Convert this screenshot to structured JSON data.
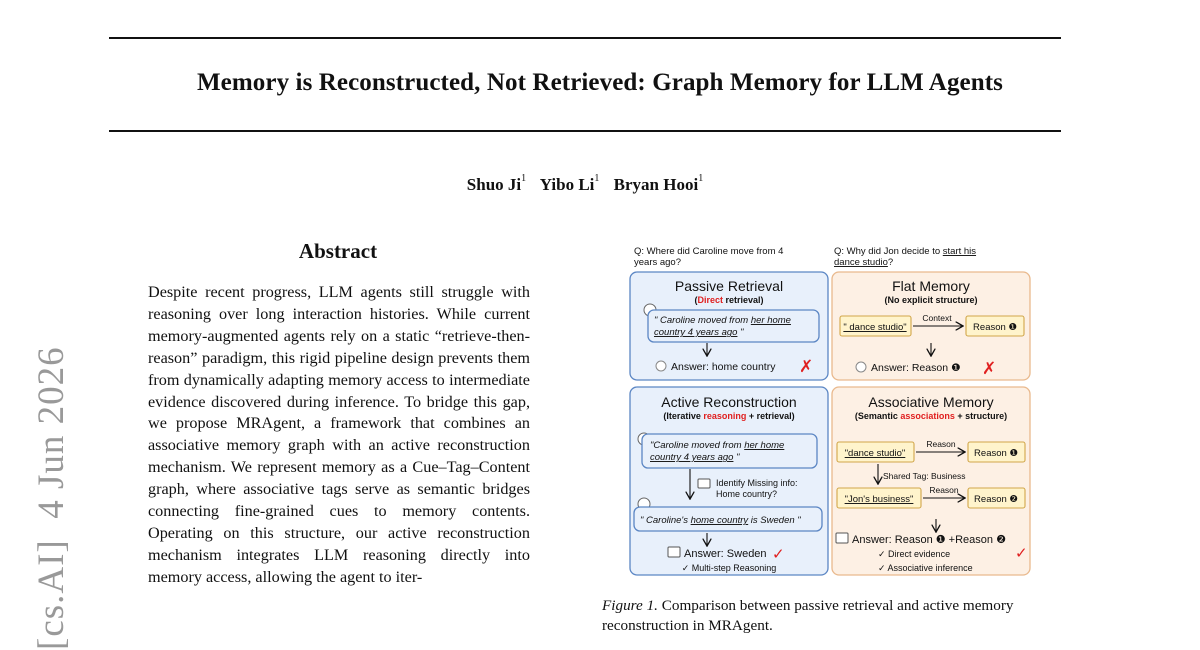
{
  "paper": {
    "title": "Memory is Reconstructed, Not Retrieved: Graph Memory for LLM Agents",
    "authors": [
      {
        "name": "Shuo Ji",
        "affil": "1"
      },
      {
        "name": "Yibo Li",
        "affil": "1"
      },
      {
        "name": "Bryan Hooi",
        "affil": "1"
      }
    ],
    "arxiv_stamp": "[cs.AI]  4 Jun 2026",
    "abstract_heading": "Abstract",
    "abstract_text": "Despite recent progress, LLM agents still struggle with reasoning over long interaction histories. While current memory-augmented agents rely on a static “retrieve-then-reason” paradigm, this rigid pipeline design prevents them from dynamically adapting memory access to intermediate evidence discovered during inference. To bridge this gap, we propose MRAgent, a framework that combines an associative memory graph with an active reconstruction mechanism. We represent memory as a Cue–Tag–Content graph, where associative tags serve as semantic bridges connecting fine-grained cues to memory contents. Operating on this structure, our active reconstruction mechanism integrates LLM reasoning directly into memory access, allowing the agent to iter-"
  },
  "figure": {
    "q_left": [
      "Q: Where did Caroline move from 4",
      "years ago?"
    ],
    "q_right_prefix": "Q: Why did Jon decide to ",
    "q_right_underlined": "start his",
    "q_right_line2": "dance studio",
    "q_right_line2_suffix": "?",
    "panels": {
      "passive": {
        "title": "Passive Retrieval",
        "sub_red": "Direct",
        "sub_rest": " retrieval)",
        "sub_open": "(",
        "bubble_l1_a": "\" Caroline moved from ",
        "bubble_l1_u": "her home",
        "bubble_l2_u": "country 4 years ago",
        "bubble_l2_b": " \"",
        "answer": "Answer: home country",
        "mark": "✗"
      },
      "flat": {
        "title": "Flat Memory",
        "sub": "(No explicit structure)",
        "cue": "\" dance studio\"",
        "edge": "Context",
        "reason": "Reason ❶",
        "answer": "Answer: Reason ❶",
        "mark": "✗"
      },
      "active": {
        "title": "Active Reconstruction",
        "sub_open": "(Iterative ",
        "sub_red": "reasoning",
        "sub_rest": " + retrieval)",
        "b1_l1_a": "\"Caroline moved from ",
        "b1_l1_u": "her home",
        "b1_l2_u": "country 4 years ago",
        "b1_l2_b": " \"",
        "missing_l1": "Identify Missing info:",
        "missing_l2": "Home country?",
        "b2_a": "\" Caroline's ",
        "b2_u": "home country",
        "b2_b": " is Sweden \"",
        "answer": "Answer: Sweden",
        "mark": "✓",
        "footnote": "✓ Multi-step Reasoning"
      },
      "associative": {
        "title": "Associative Memory",
        "sub_open": "(Semantic ",
        "sub_red": "associations",
        "sub_rest": " + structure)",
        "cue1": "\"dance studio\"",
        "edge1": "Reason",
        "reason1": "Reason ❶",
        "tag": "Shared Tag: Business",
        "cue2": "\"Jon's business\"",
        "edge2": "Reason",
        "reason2": "Reason ❷",
        "answer": "Answer: Reason ❶ +Reason ❷",
        "check1": "✓ Direct evidence",
        "check2": "✓ Associative inference",
        "mark": "✓"
      }
    },
    "colors": {
      "blue_panel": "#e8f0fb",
      "blue_border": "#5b86c4",
      "orange_panel": "#fdf0e4",
      "orange_border": "#e9b98d",
      "cue_fill": "#fff4cc",
      "cue_border": "#d1a64a",
      "red": "#e02020"
    }
  },
  "caption": {
    "label": "Figure 1.",
    "text": " Comparison between passive retrieval and active memory reconstruction in MRAgent."
  }
}
